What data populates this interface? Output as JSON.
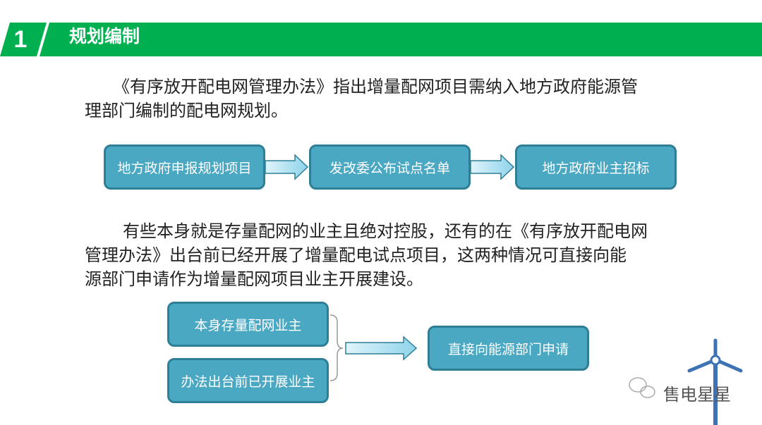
{
  "header": {
    "number": "1",
    "title": "规划编制"
  },
  "paragraph1": {
    "line1": "《有序放开配电网管理办法》指出增量配网项目需纳入地方政府能源管",
    "line2": "理部门编制的配电网规划。"
  },
  "flow1": [
    "地方政府申报规划项目",
    "发改委公布试点名单",
    "地方政府业主招标"
  ],
  "paragraph2": {
    "line1": "有些本身就是存量配网的业主且绝对控股，还有的在《有序放开配电网",
    "line2": "管理办法》出台前已经开展了增量配电试点项目，这两种情况可直接向能",
    "line3": "源部门申请作为增量配网项目业主开展建设。"
  },
  "flow2": {
    "sources": [
      "本身存量配网业主",
      "办法出台前已开展业主"
    ],
    "target": "直接向能源部门申请"
  },
  "watermark": {
    "text": "售电星星"
  },
  "colors": {
    "green": "#00b050",
    "box": "#4aa8c3",
    "box_border": "#2e7f96"
  }
}
